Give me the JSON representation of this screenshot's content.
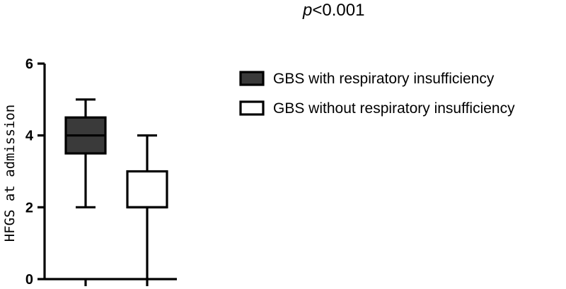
{
  "chart_data": {
    "type": "boxplot",
    "annotation_italic": "p",
    "annotation_rest": "<0.001",
    "title": "",
    "xlabel": "",
    "ylabel": "HFGS at admission",
    "ylim": [
      0,
      6
    ],
    "yticks": [
      0,
      2,
      4,
      6
    ],
    "grid": false,
    "legend_position": "right",
    "series": [
      {
        "name": "GBS with respiratory insufficiency",
        "fill": "#3a3a3a",
        "min": 2,
        "q1": 3.5,
        "median": 4,
        "q3": 4.5,
        "max": 5
      },
      {
        "name": "GBS without respiratory insufficiency",
        "fill": "#ffffff",
        "min": 0,
        "q1": 2,
        "median": 2,
        "q3": 3,
        "max": 4
      }
    ]
  }
}
